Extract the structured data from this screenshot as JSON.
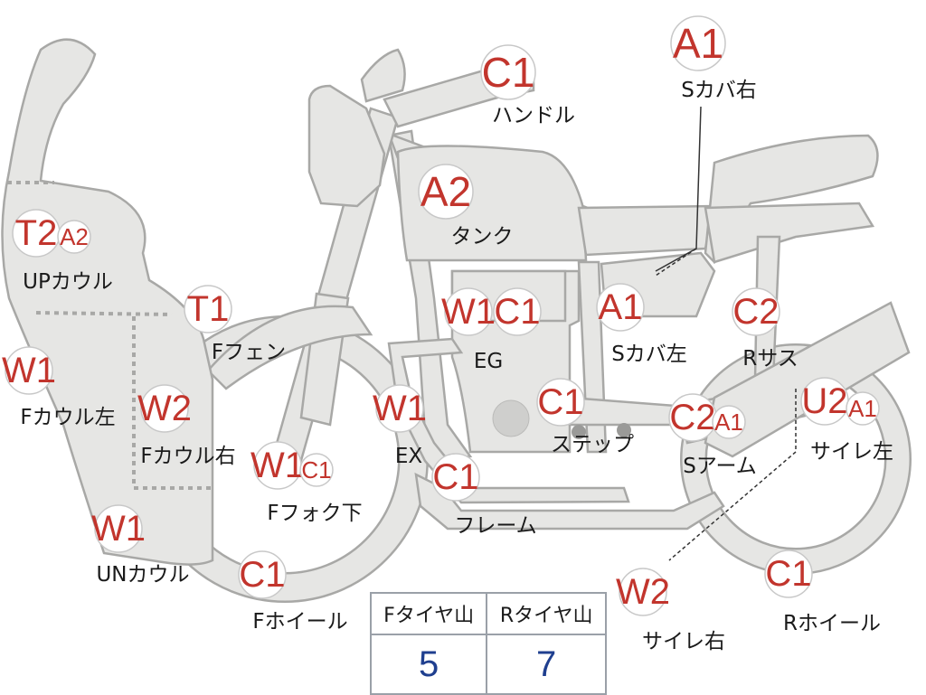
{
  "colors": {
    "grade_text": "#c2352d",
    "body_fill": "#e6e6e4",
    "body_stroke": "#a8a8a6",
    "tread_value": "#1f3f8f"
  },
  "parts": [
    {
      "id": "handle",
      "grades": [
        "C1"
      ],
      "label": "ハンドル"
    },
    {
      "id": "seat-cover-right",
      "grades": [
        "A1"
      ],
      "label": "Sカバ右"
    },
    {
      "id": "tank",
      "grades": [
        "A2"
      ],
      "label": "タンク"
    },
    {
      "id": "upper-cowl",
      "grades": [
        "T2",
        "A2"
      ],
      "label": "UPカウル"
    },
    {
      "id": "front-fender",
      "grades": [
        "T1"
      ],
      "label": "Fフェン"
    },
    {
      "id": "engine",
      "grades": [
        "W1",
        "C1"
      ],
      "label": "EG"
    },
    {
      "id": "seat-cover-left",
      "grades": [
        "A1"
      ],
      "label": "Sカバ左"
    },
    {
      "id": "rear-suspension",
      "grades": [
        "C2"
      ],
      "label": "Rサス"
    },
    {
      "id": "cowl-left",
      "grades": [
        "W1"
      ],
      "label": "Fカウル左"
    },
    {
      "id": "cowl-right",
      "grades": [
        "W2"
      ],
      "label": "Fカウル右"
    },
    {
      "id": "exhaust",
      "grades": [
        "W1"
      ],
      "label": "EX"
    },
    {
      "id": "step",
      "grades": [
        "C1"
      ],
      "label": "ステップ"
    },
    {
      "id": "swing-arm",
      "grades": [
        "C2",
        "A1"
      ],
      "label": "Sアーム"
    },
    {
      "id": "muffler-left",
      "grades": [
        "U2",
        "A1"
      ],
      "label": "サイレ左"
    },
    {
      "id": "front-fork-lower",
      "grades": [
        "W1",
        "C1"
      ],
      "label": "Fフォク下"
    },
    {
      "id": "frame",
      "grades": [
        "C1"
      ],
      "label": "フレーム"
    },
    {
      "id": "under-cowl",
      "grades": [
        "W1"
      ],
      "label": "UNカウル"
    },
    {
      "id": "front-wheel",
      "grades": [
        "C1"
      ],
      "label": "Fホイール"
    },
    {
      "id": "muffler-right",
      "grades": [
        "W2"
      ],
      "label": "サイレ右"
    },
    {
      "id": "rear-wheel",
      "grades": [
        "C1"
      ],
      "label": "Rホイール"
    }
  ],
  "tread": {
    "front_header": "Fタイヤ山",
    "rear_header": "Rタイヤ山",
    "front_value": "5",
    "rear_value": "7"
  }
}
